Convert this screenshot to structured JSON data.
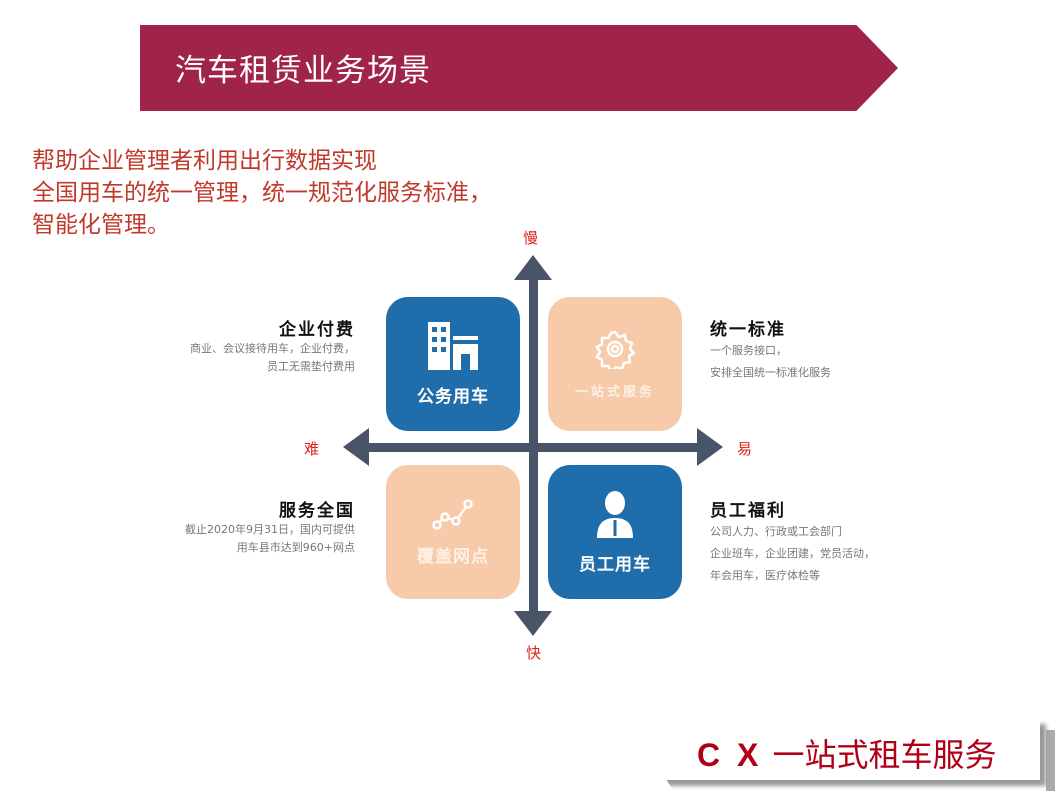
{
  "header": {
    "title": "汽车租赁业务场景"
  },
  "intro": [
    "帮助企业管理者利用出行数据实现",
    "全国用车的统一管理，统一规范化服务标准，",
    "智能化管理。"
  ],
  "axes": {
    "top": "慢",
    "bottom": "快",
    "left": "难",
    "right": "易",
    "color": "#4A5468"
  },
  "quadrants": [
    {
      "box": "公务用车",
      "icon": "building-icon",
      "title": "企业付费",
      "desc": [
        "商业、会议接待用车，企业付费，",
        "员工无需垫付费用"
      ]
    },
    {
      "box": "一站式服务",
      "icon": "gear-icon",
      "title": "统一标准",
      "desc": [
        "一个服务接口，",
        "安排全国统一标准化服务"
      ]
    },
    {
      "box": "覆盖网点",
      "icon": "network-icon",
      "title": "服务全国",
      "desc": [
        "截止2020年9月31日，国内可提供",
        "用车县市达到960+网点"
      ]
    },
    {
      "box": "员工用车",
      "icon": "person-icon",
      "title": "员工福利",
      "desc": [
        "公司人力、行政或工会部门",
        "企业班车，企业团建，党员活动，",
        "年会用车，医疗体检等"
      ]
    }
  ],
  "footer": {
    "brand": "C X",
    "text": " 一站式租车服务"
  },
  "colors": {
    "accent": "#A0234A",
    "blue": "#1F6DAB",
    "peach": "#F7CBAA"
  }
}
